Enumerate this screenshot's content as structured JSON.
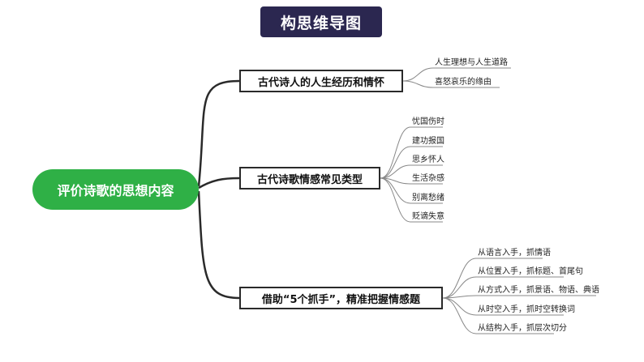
{
  "title": "构思维导图",
  "root": "评价诗歌的思想内容",
  "branches": [
    {
      "label": "古代诗人的人生经历和情怀",
      "children": [
        "人生理想与人生道路",
        "喜怒哀乐的缘由"
      ]
    },
    {
      "label": "古代诗歌情感常见类型",
      "children": [
        "忧国伤时",
        "建功报国",
        "思乡怀人",
        "生活杂感",
        "别离愁绪",
        "贬谪失意"
      ]
    },
    {
      "label": "借助“5个抓手”，精准把握情感题",
      "children": [
        "从语言入手，抓情语",
        "从位置入手，抓标题、首尾句",
        "从方式入手，抓景语、物语、典语",
        "从时空入手，抓时空转换词",
        "从结构入手，抓层次切分"
      ]
    }
  ],
  "colors": {
    "title_bg": "#2b2750",
    "root_bg": "#2fb046",
    "line": "#2a2a2a",
    "leaf_line": "#888888"
  }
}
